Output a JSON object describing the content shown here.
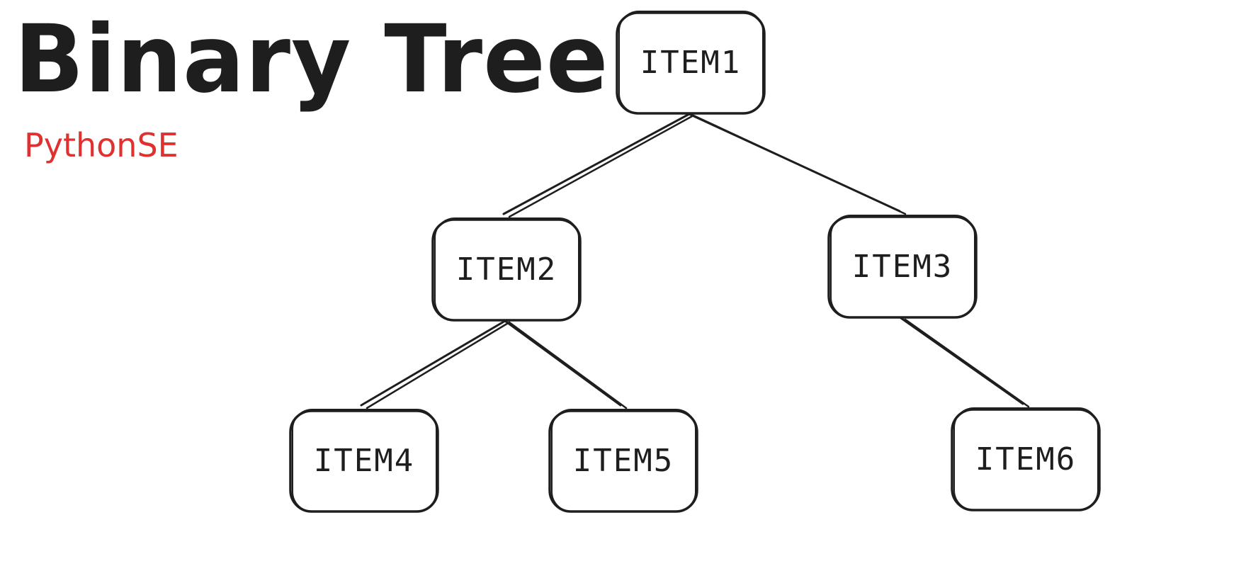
{
  "title": "Binary Tree",
  "subtitle": "PythonSE",
  "colors": {
    "ink": "#1e1e1e",
    "accent": "#e03131",
    "background": "#ffffff"
  },
  "nodes": [
    {
      "id": "item1",
      "label": "ITEM1"
    },
    {
      "id": "item2",
      "label": "ITEM2"
    },
    {
      "id": "item3",
      "label": "ITEM3"
    },
    {
      "id": "item4",
      "label": "ITEM4"
    },
    {
      "id": "item5",
      "label": "ITEM5"
    },
    {
      "id": "item6",
      "label": "ITEM6"
    }
  ],
  "edges": [
    {
      "from": "item1",
      "to": "item2"
    },
    {
      "from": "item1",
      "to": "item3"
    },
    {
      "from": "item2",
      "to": "item4"
    },
    {
      "from": "item2",
      "to": "item5"
    },
    {
      "from": "item3",
      "to": "item6"
    }
  ]
}
